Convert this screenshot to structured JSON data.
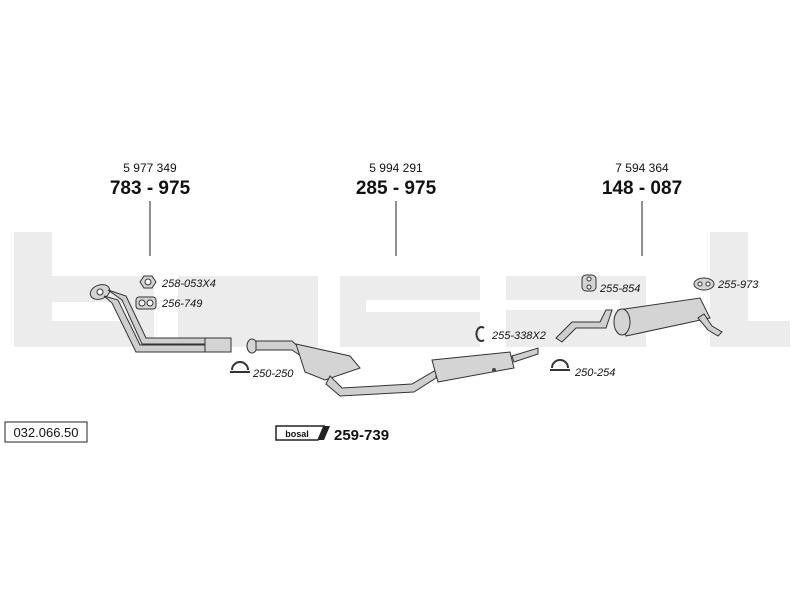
{
  "watermark": {
    "text": "bosal"
  },
  "groups": [
    {
      "oem": "5 977 349",
      "part": "783 - 975"
    },
    {
      "oem": "5 994 291",
      "part": "285 - 975"
    },
    {
      "oem": "7 594 364",
      "part": "148 - 087"
    }
  ],
  "accessories": {
    "a1": "258-053X4",
    "a2": "256-749",
    "a3": "250-250",
    "a4": "255-338X2",
    "a5": "250-254",
    "a6": "255-854",
    "a7": "255-973"
  },
  "kit": {
    "brand": "bosal",
    "part": "259-739"
  },
  "reference": "032.066.50"
}
